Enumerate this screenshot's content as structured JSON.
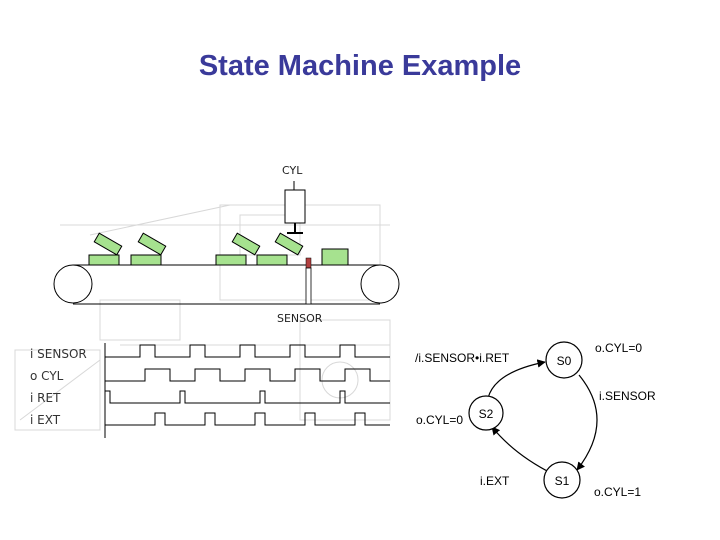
{
  "slide": {
    "title": "State Machine Example"
  },
  "conveyor": {
    "cylinder_label": "CYL",
    "sensor_label": "SENSOR"
  },
  "timing": {
    "signals": [
      "i SENSOR",
      "o CYL",
      "i RET",
      "i EXT"
    ]
  },
  "state_machine": {
    "states": [
      "S0",
      "S1",
      "S2"
    ],
    "transitions": [
      {
        "from": "S0",
        "to": "S1",
        "condition": "i.SENSOR"
      },
      {
        "from": "S1",
        "to": "S2",
        "condition": "i.EXT"
      },
      {
        "from": "S2",
        "to": "S0",
        "condition": "/i.SENSOR•i.RET"
      }
    ],
    "outputs": [
      {
        "state": "S0",
        "text": "o.CYL=0"
      },
      {
        "state": "S1",
        "text": "o.CYL=1"
      },
      {
        "state": "S2",
        "text": "o.CYL=0"
      }
    ]
  },
  "colors": {
    "title": "#3a3a9a",
    "box_fill": "#a6e28f",
    "sensor": "#b24040"
  }
}
